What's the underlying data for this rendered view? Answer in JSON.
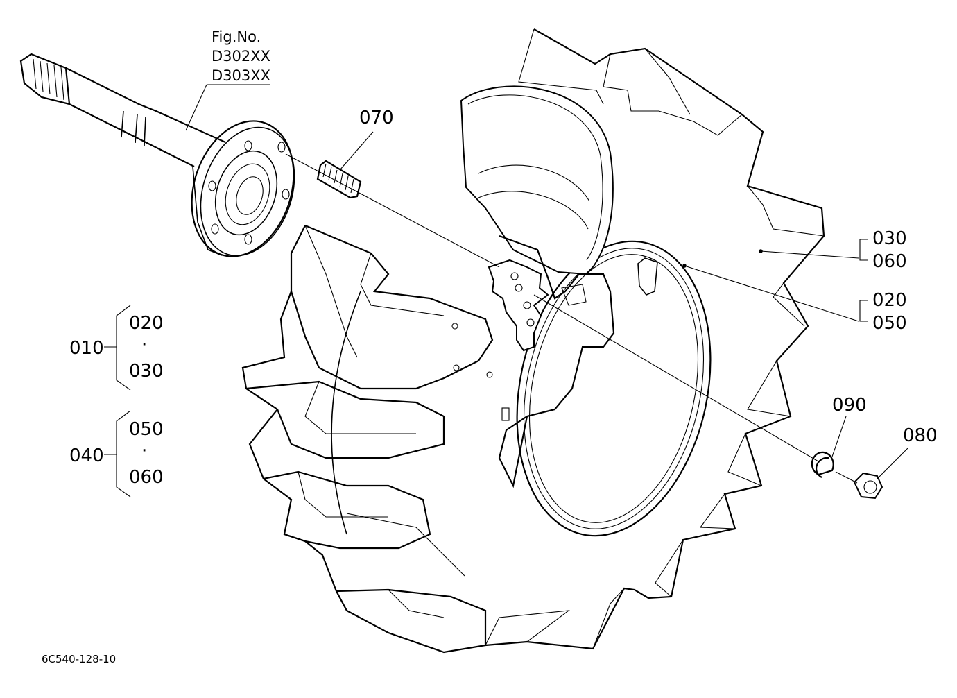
{
  "figure": {
    "fig_no_label": "Fig.No.",
    "fig_numbers": [
      "D302XX",
      "D303XX"
    ],
    "drawing_ref": "6C540-128-10"
  },
  "callouts": {
    "c070": "070",
    "c030_060": [
      "030",
      "060"
    ],
    "c020_050": [
      "020",
      "050"
    ],
    "c090": "090",
    "c080": "080"
  },
  "assemblies": [
    {
      "id": "010",
      "parts": [
        "020",
        "030"
      ],
      "separator": "·"
    },
    {
      "id": "040",
      "parts": [
        "050",
        "060"
      ],
      "separator": "·"
    }
  ]
}
